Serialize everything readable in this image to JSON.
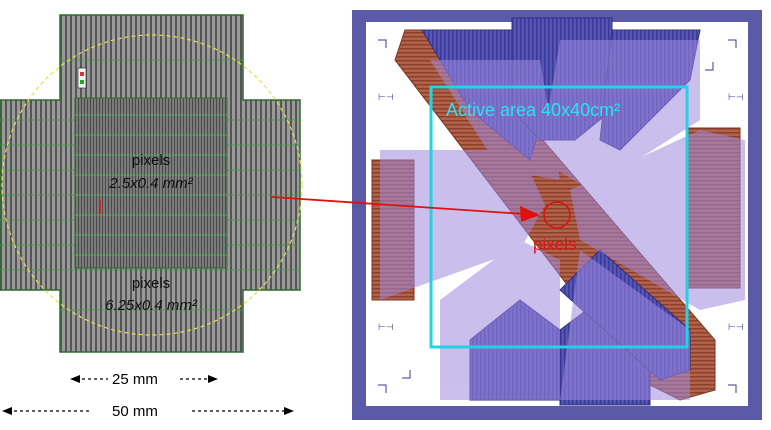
{
  "left_panel": {
    "inner_label": "pixels",
    "inner_size": "2.5x0.4 mm²",
    "outer_label": "pixels",
    "outer_size": "6.25x0.4 mm²",
    "dim_inner": "25 mm",
    "dim_outer": "50 mm"
  },
  "right_panel": {
    "active_area_label": "Active area 40x40cm²",
    "pixels_label": "pixels"
  },
  "colors": {
    "pcb_border": "#5a5aa8",
    "trace_blue": "#4a4ab0",
    "trace_red": "#a0523a",
    "active_frame": "#22d3e6",
    "overlay": "#9b86d6",
    "arrow_red": "#e01010"
  }
}
